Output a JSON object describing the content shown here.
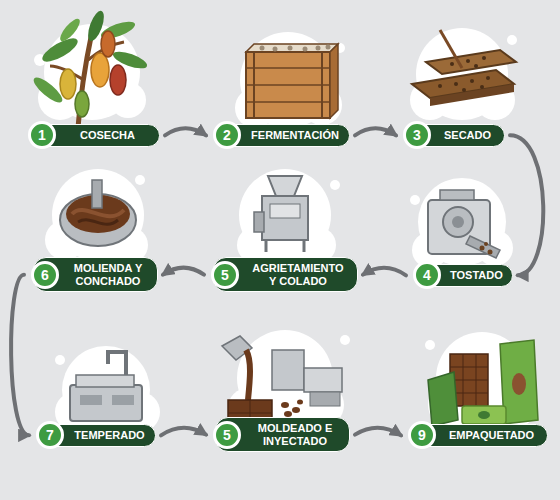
{
  "diagram": {
    "nodes": [
      {
        "text": [
          "COSECHA"
        ]
      },
      {
        "text": [
          "1"
        ],
        "in": 0
      },
      {
        "text": [
          "FERMENTACIÓN"
        ]
      },
      {
        "text": [
          "2"
        ],
        "in": 2
      },
      {
        "text": [
          "SECADO"
        ]
      },
      {
        "text": [
          "3"
        ],
        "in": 4
      },
      {
        "text": [
          "TOSTADO"
        ]
      },
      {
        "text": [
          "4"
        ],
        "in": 6
      },
      {
        "text": [
          "AGRIETAMIENTO Y COLADO"
        ]
      },
      {
        "text": [
          "5"
        ],
        "in": 8
      },
      {
        "text": [
          "MOLIENDA Y CONCHADO"
        ]
      },
      {
        "text": [
          "6"
        ],
        "in": 10
      },
      {
        "text": [
          "TEMPERADO"
        ]
      },
      {
        "text": [
          "7"
        ],
        "in": 12
      },
      {
        "text": [
          "MOLDEADO E INYECTADO"
        ]
      },
      {
        "text": [
          "5"
        ],
        "in": 14
      },
      {
        "text": [
          "EMPAQUETADO"
        ]
      },
      {
        "text": [
          "9"
        ],
        "in": 16
      }
    ],
    "edges": [
      {
        "from": 0,
        "to": 2,
        "arrow": "to"
      },
      {
        "from": 2,
        "to": 4,
        "arrow": "to"
      },
      {
        "from": 4,
        "to": 6,
        "arrow": "to"
      },
      {
        "from": 6,
        "to": 8,
        "arrow": "to"
      },
      {
        "from": 8,
        "to": 10,
        "arrow": "to"
      },
      {
        "from": 10,
        "to": 12,
        "arrow": "to"
      },
      {
        "from": 12,
        "to": 14,
        "arrow": "to"
      },
      {
        "from": 14,
        "to": 16,
        "arrow": "to"
      }
    ]
  }
}
